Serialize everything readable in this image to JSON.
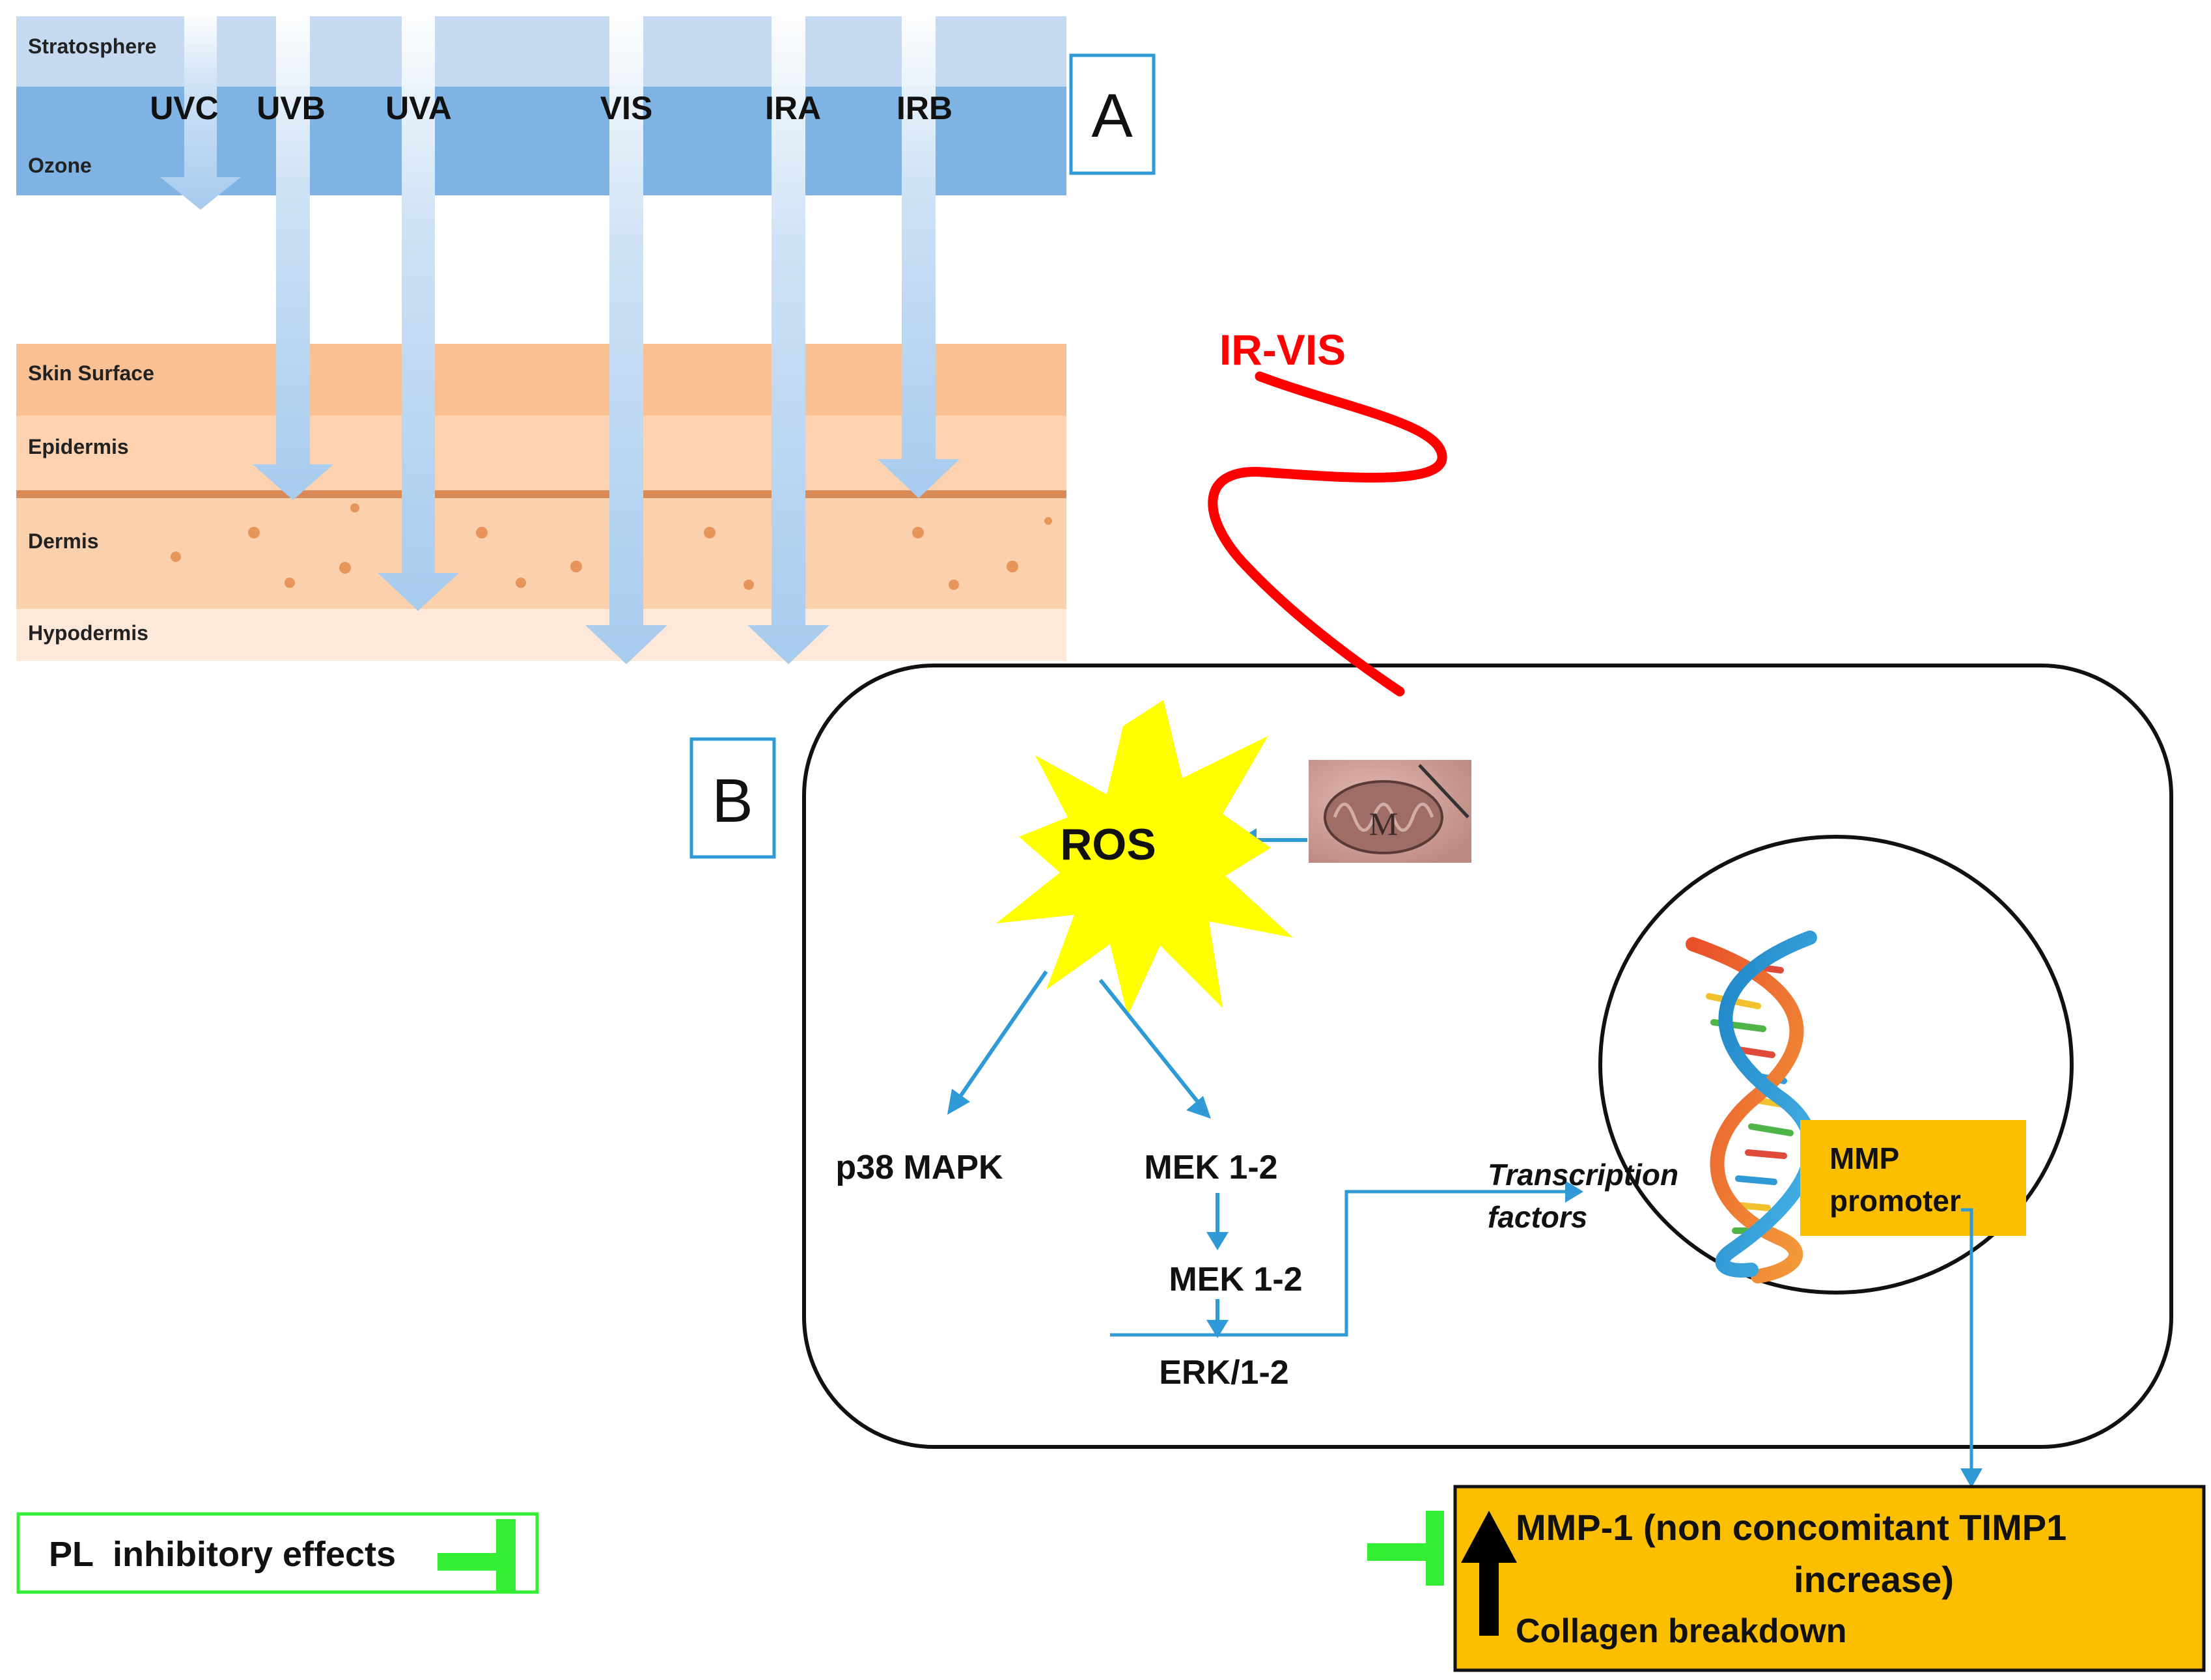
{
  "panel_a": {
    "badge": "A",
    "layers": {
      "stratosphere": "Stratosphere",
      "ozone": "Ozone",
      "skin_surface": "Skin Surface",
      "epidermis": "Epidermis",
      "dermis": "Dermis",
      "hypodermis": "Hypodermis"
    },
    "bands": {
      "uvc": "UVC",
      "uvb": "UVB",
      "uva": "UVA",
      "vis": "VIS",
      "ira": "IRA",
      "irb": "IRB"
    },
    "colors": {
      "stratosphere": "#c5daf1",
      "ozone": "#7fb3e3",
      "skin_surface": "#f8c093",
      "epidermis": "#fcd2b0",
      "dermis": "#fbd1ad",
      "hypodermis": "#fde8d9",
      "ray": "#b9d6f2"
    }
  },
  "panel_b": {
    "badge": "B",
    "radiation_label": "IR-VIS",
    "ros_label": "ROS",
    "mitochondrion_label": "M",
    "p38": "p38 MAPK",
    "mek_1": "MEK 1-2",
    "mek_2": "MEK 1-2",
    "erk": "ERK/1-2",
    "transcription_1": "Transcription",
    "transcription_2": "factors",
    "promoter_1": "MMP",
    "promoter_2": "promoter",
    "outcome_line1": "MMP-1 (non concomitant TIMP1",
    "outcome_line2": "increase)",
    "outcome_line3": "Collagen breakdown",
    "colors": {
      "radiation": "#ff0000",
      "ros_star": "#ffff00",
      "signal_arrow": "#2f9ad6",
      "promoter_box": "#fbbf00",
      "inhibitor": "#33ee33"
    }
  },
  "legend": {
    "text": "PL  inhibitory effects"
  }
}
